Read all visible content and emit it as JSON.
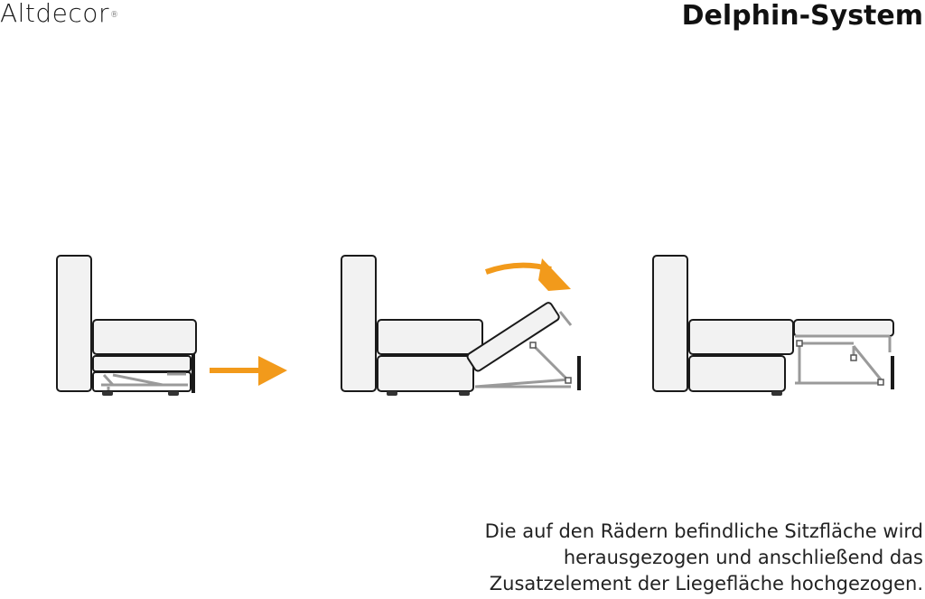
{
  "header": {
    "brand": "Altdecor",
    "brand_mark": "®",
    "title": "Delphin-System"
  },
  "caption": {
    "lines": [
      "Die auf den Rädern befindliche Sitzfläche wird",
      "herausgezogen und anschließend das",
      "Zusatzelement der Liegefläche hochgezogen."
    ]
  },
  "colors": {
    "arrow": "#F29A1B",
    "cushion_fill": "#F2F2F2",
    "outline": "#1A1A1A",
    "frame": "#9A9A9A"
  },
  "steps": [
    {
      "name": "closed-sofa",
      "arrow": "right-arrow-icon"
    },
    {
      "name": "seat-pulled-out",
      "arrow": "curved-arrow-icon"
    },
    {
      "name": "bed-opened",
      "arrow": ""
    }
  ]
}
